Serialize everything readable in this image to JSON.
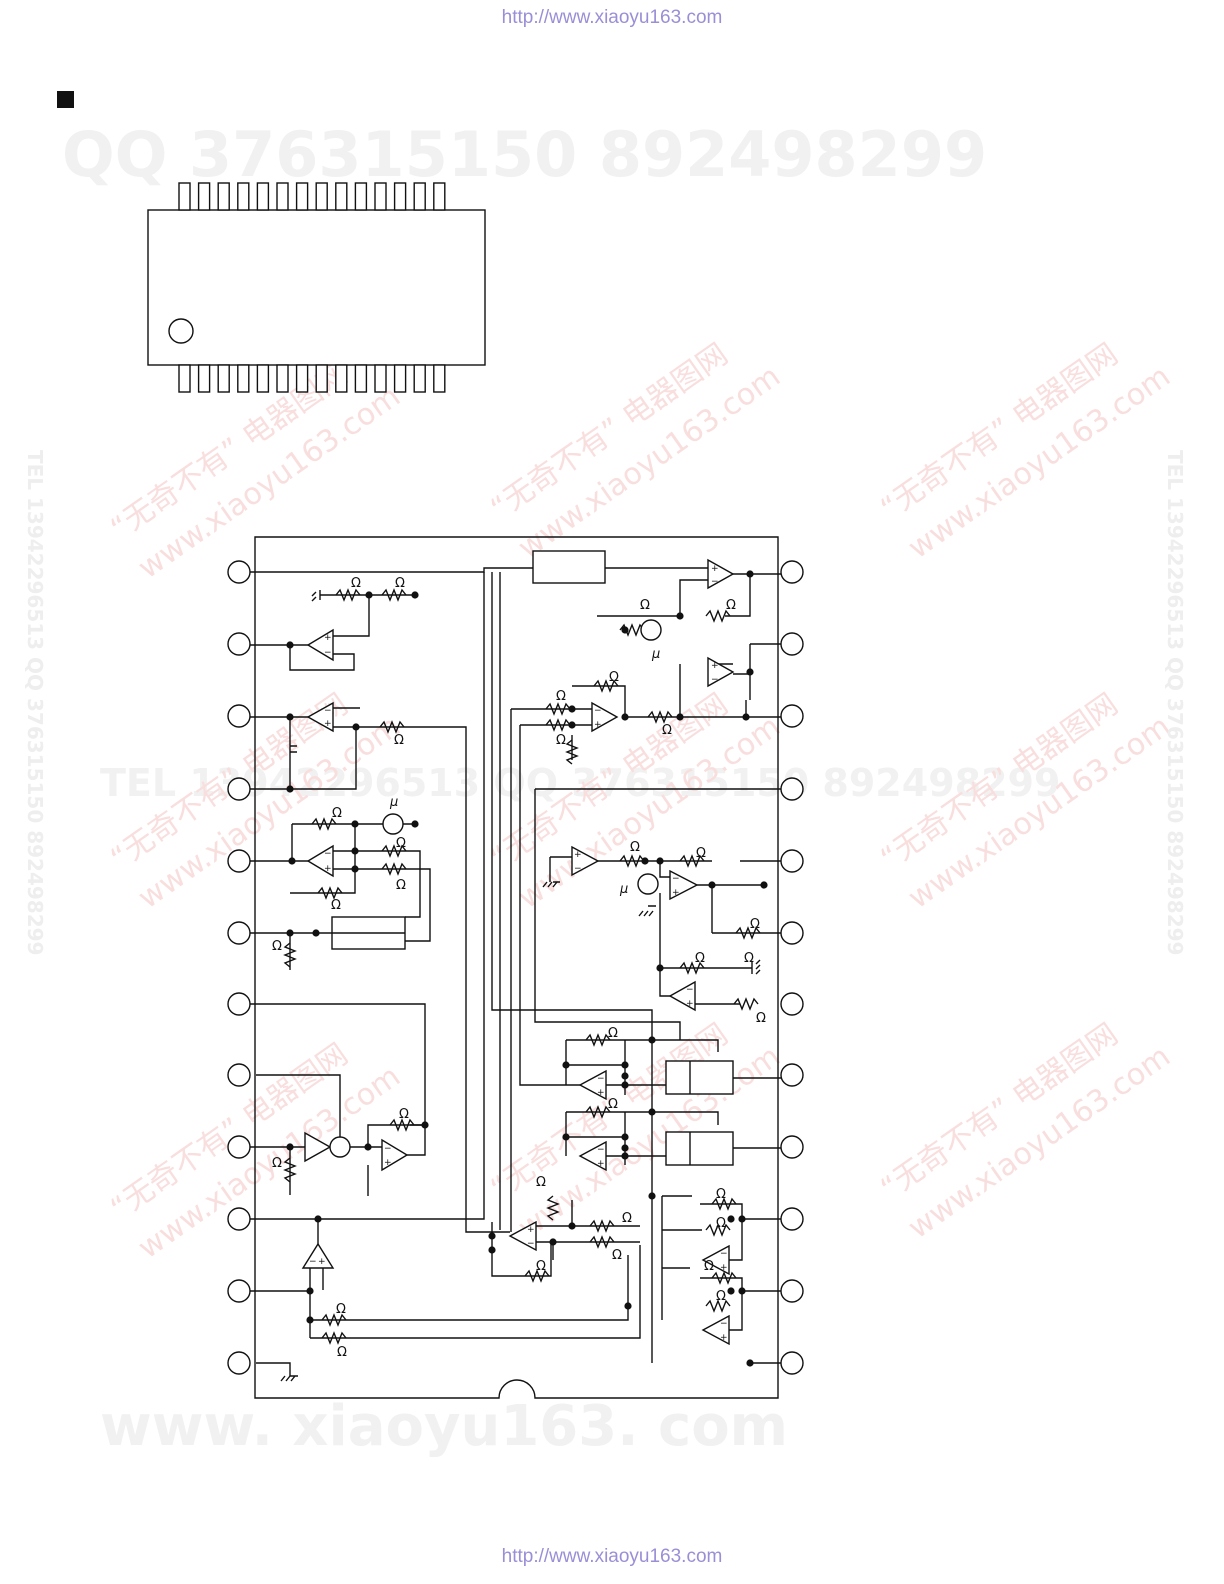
{
  "page": {
    "url_top": "http://www.xiaoyu163.com",
    "url_bottom": "http://www.xiaoyu163.com"
  },
  "watermarks": {
    "qq_line": "QQ 376315150    892498299",
    "tel_line": "TEL 13942296513    QQ 376315150    892498299",
    "site_line": "www. xiaoyu163. com",
    "diagonal_cn": "“无奇不有”  电器图网",
    "diagonal_site": "www.xiaoyu163.com",
    "side_vertical": "TEL 13942296513  QQ 376315150  892498299"
  },
  "schematic": {
    "resistor_symbol": "Ω",
    "micro_symbol": "μ",
    "opamp_plus": "+",
    "opamp_minus": "−"
  },
  "colors": {
    "url": "#9a8fd6",
    "watermark_gray": "#f1f1f1",
    "watermark_pink": "#f9dede",
    "ink": "#111111"
  }
}
